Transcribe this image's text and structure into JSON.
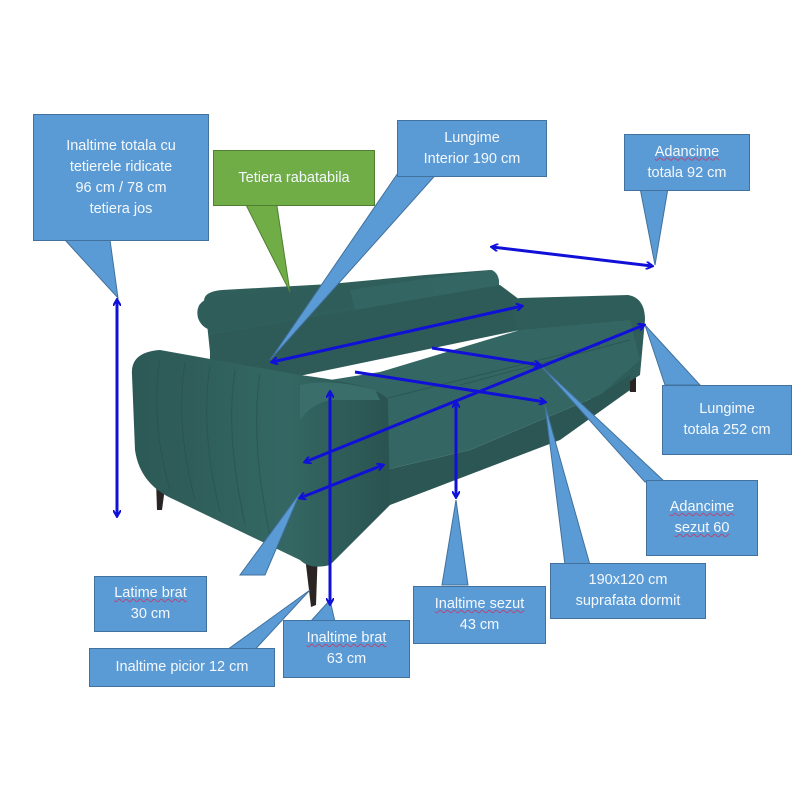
{
  "title": "Sofa dimensions diagram",
  "colors": {
    "callout_blue": "#5b9bd5",
    "callout_green": "#70ad47",
    "arrow_blue": "#1010d8",
    "sofa_teal": "#2f5e5a"
  },
  "callouts": {
    "total_height": {
      "lines": [
        "Inaltime totala cu",
        "tetierele ridicate",
        "96 cm / 78 cm",
        "tetiera jos"
      ]
    },
    "headrest": {
      "lines": [
        "Tetiera rabatabila"
      ]
    },
    "interior_length": {
      "lines": [
        "Lungime",
        "Interior 190 cm"
      ]
    },
    "total_depth": {
      "lines": [
        "Adancime",
        "totala 92 cm"
      ]
    },
    "total_length": {
      "lines": [
        "Lungime",
        "totala 252 cm"
      ]
    },
    "seat_depth": {
      "lines": [
        "Adancime",
        "sezut 60"
      ]
    },
    "sleeping_surface": {
      "lines": [
        "190x120 cm",
        "suprafata dormit"
      ]
    },
    "seat_height": {
      "lines": [
        "Inaltime sezut",
        "43 cm"
      ]
    },
    "arm_height": {
      "lines": [
        "Inaltime brat",
        "63 cm"
      ]
    },
    "arm_width": {
      "lines": [
        "Latime brat",
        "30 cm"
      ]
    },
    "leg_height": {
      "lines": [
        "Inaltime picior 12 cm"
      ]
    }
  }
}
